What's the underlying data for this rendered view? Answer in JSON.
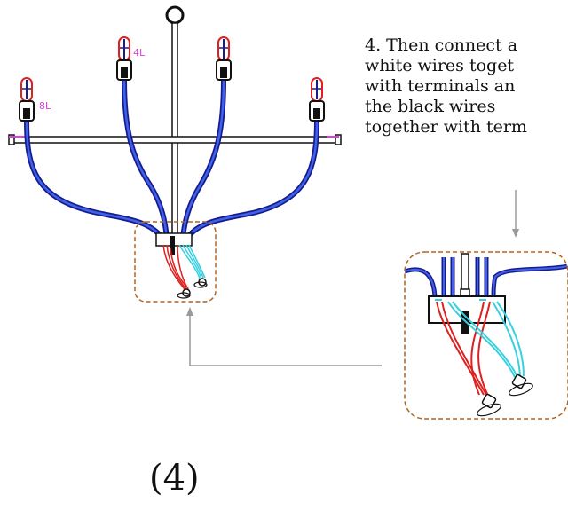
{
  "instruction": {
    "lines": [
      "4. Then connect a",
      "white wires toget",
      "with terminals an",
      "the black wires",
      "together with term"
    ]
  },
  "labels": {
    "arm_left": "8L",
    "arm_upper": "4L"
  },
  "step_label": "(4)",
  "colors": {
    "wire_outer": "#1a1a90",
    "wire_inner": "#3c64e6",
    "red_wire": "#e02020",
    "cyan_wire": "#38d0e0",
    "dashed_box": "#b4641e",
    "arrow": "#9a9a9a",
    "label": "#e03ce0"
  },
  "icons": [
    "bulb-socket-icon",
    "hook-ring-icon",
    "junction-box-icon",
    "terminal-connector-icon"
  ]
}
